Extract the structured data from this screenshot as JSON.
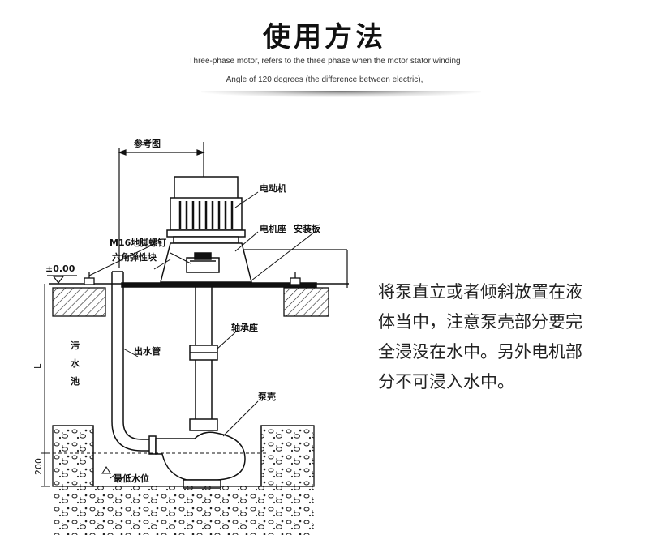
{
  "header": {
    "title": "使用方法",
    "subtitle_line1": "Three-phase motor, refers to the three phase when the motor stator winding",
    "subtitle_line2": "Angle of 120 degrees (the difference between electric),"
  },
  "diagram": {
    "labels": {
      "reference": "参考图",
      "motor": "电动机",
      "motor_base": "电机座",
      "mount_plate": "安装板",
      "anchor_bolt": "M16地脚螺钉",
      "hex_block": "六角弹性块",
      "zero_level": "±0.00",
      "bearing_seat": "轴承座",
      "outlet_pipe": "出水管",
      "sewage_pool": [
        "污",
        "水",
        "池"
      ],
      "depth": "L",
      "pump_casing": "泵壳",
      "min_water_level": "最低水位",
      "bottom_gap": "200"
    }
  },
  "description": {
    "lines": [
      "将泵直立或者倾斜放置在液",
      "体当中，注意泵壳部分要完",
      "全浸没在水中。另外电机部",
      "分不可浸入水中。"
    ]
  }
}
